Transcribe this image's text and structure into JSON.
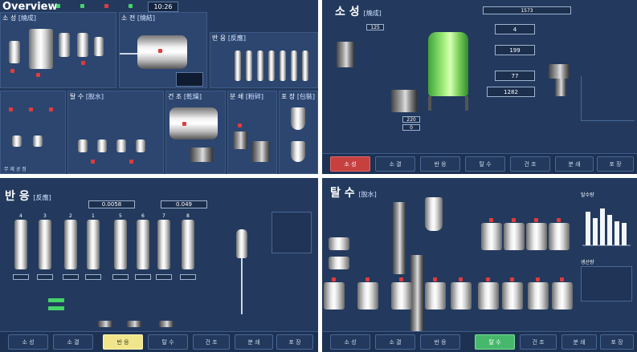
{
  "q1": {
    "title": "Overview",
    "time": "10:26",
    "sections": {
      "sosung": "소 성",
      "sosung_sub": "[燒成]",
      "sojun": "소 전",
      "sojun_sub": "[燒結]",
      "banung": "반 응",
      "banung_sub": "[反應]",
      "talsu": "탈 수",
      "talsu_sub": "[脫水]",
      "gunjo": "건 조",
      "gunjo_sub": "[乾燥]",
      "bunswae": "분 쇄",
      "bunswae_sub": "[粉碎]",
      "pojang": "포 장",
      "pojang_sub": "[包裝]"
    },
    "footer": "무 제 공 정"
  },
  "q2": {
    "title": "소 성",
    "title_sub": "[燒成]",
    "readouts": {
      "r1": "1573",
      "r2": "4",
      "r3": "199",
      "r4": "77",
      "r5": "1282",
      "r6": "125",
      "r7": "220",
      "r8": "0"
    },
    "nav": [
      "소 성",
      "소 결",
      "반 응",
      "탈 수",
      "건 조",
      "분 쇄",
      "포 장"
    ]
  },
  "q3": {
    "title": "반 응",
    "title_sub": "[反應]",
    "readout_a": "0.0058",
    "readout_b": "0.049",
    "tank_numbers": [
      "4",
      "3",
      "2",
      "1",
      "5",
      "6",
      "7",
      "8"
    ],
    "nav": [
      "소 성",
      "소 결",
      "반 응",
      "탈 수",
      "건 조",
      "분 쇄",
      "포 장"
    ]
  },
  "q4": {
    "title": "탈 수",
    "title_sub": "[脫水]",
    "chart_title": "탈수량",
    "chart2_title": "생산량",
    "nav": [
      "소 성",
      "소 결",
      "반 응",
      "탈 수",
      "건 조",
      "분 쇄",
      "포 장"
    ]
  },
  "colors": {
    "bg": "#233a5e",
    "active_red": "#c64040",
    "active_yellow": "#f0e58a",
    "active_green": "#47b86b"
  }
}
